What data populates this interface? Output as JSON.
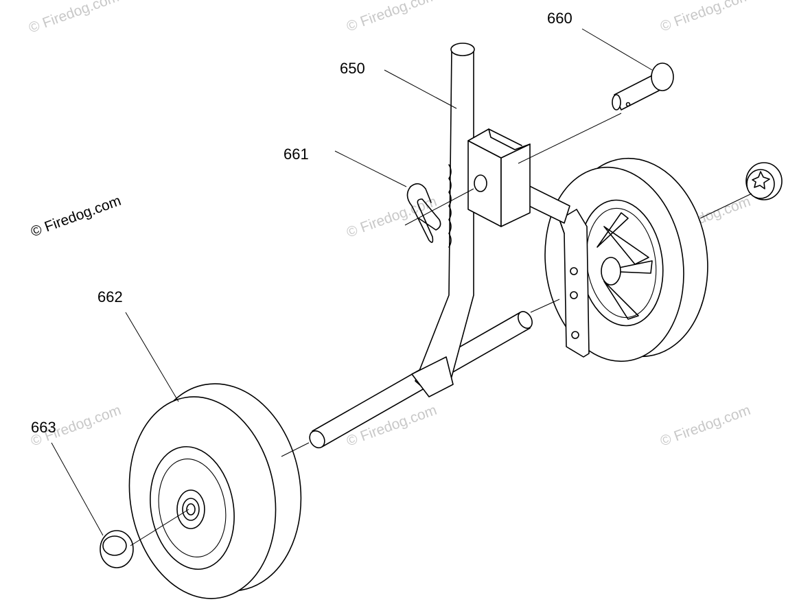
{
  "watermark": {
    "text": "© Firedog.com",
    "color": "#c8c8c8"
  },
  "callouts": [
    {
      "id": "660",
      "label": "660"
    },
    {
      "id": "650",
      "label": "650"
    },
    {
      "id": "661",
      "label": "661"
    },
    {
      "id": "662",
      "label": "662"
    },
    {
      "id": "663",
      "label": "663"
    }
  ],
  "colors": {
    "line": "#000000",
    "background": "#ffffff"
  }
}
